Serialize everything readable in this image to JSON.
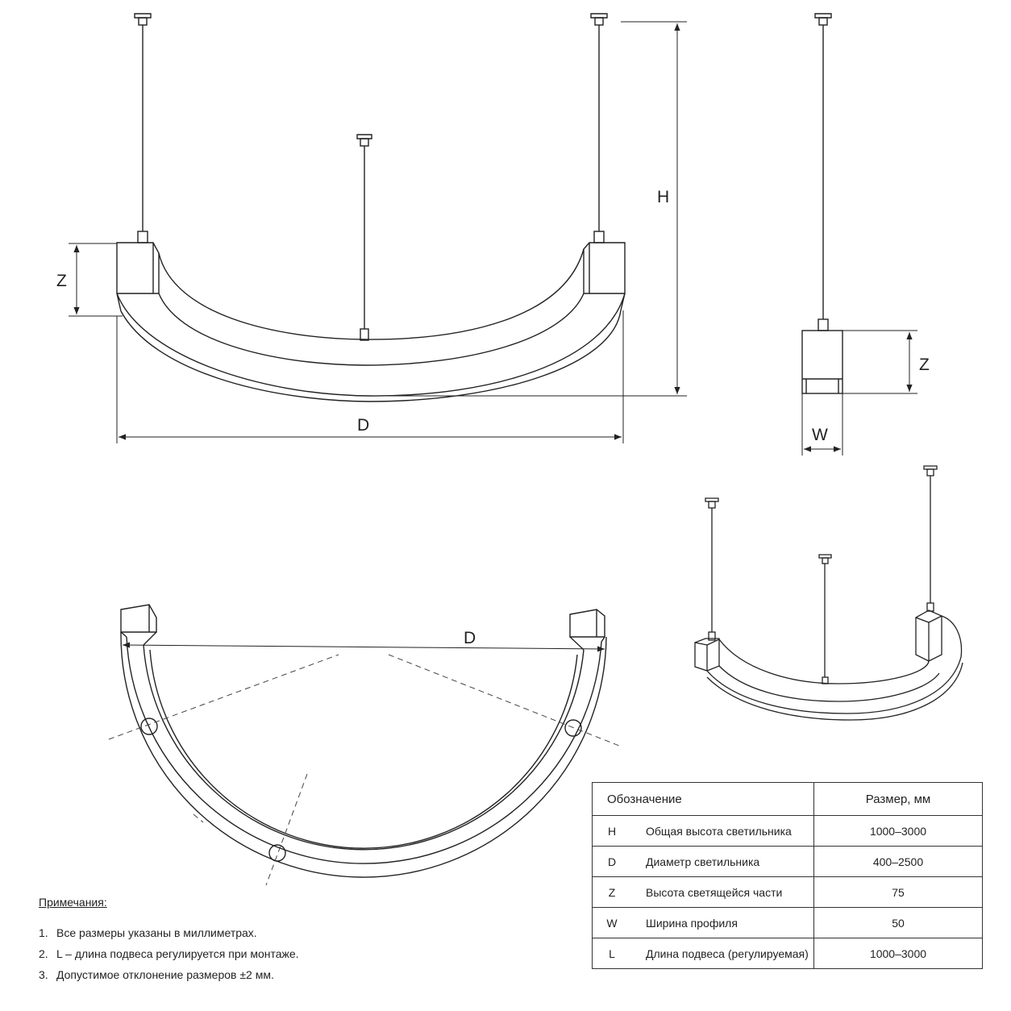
{
  "dimensions": {
    "z_left": "Z",
    "h": "H",
    "d_top": "D",
    "z_side": "Z",
    "w_side": "W",
    "d_plan": "D"
  },
  "notes": {
    "title": "Примечания:",
    "items": [
      {
        "num": "1.",
        "text": "Все размеры указаны в миллиметрах."
      },
      {
        "num": "2.",
        "text": "L – длина подвеса регулируется при монтаже."
      },
      {
        "num": "3.",
        "text": "Допустимое отклонение размеров ±2 мм."
      }
    ]
  },
  "spec_table": {
    "header_designation": "Обозначение",
    "header_size": "Размер, мм",
    "rows": [
      {
        "code": "H",
        "desc": "Общая высота светильника",
        "value": "1000–3000"
      },
      {
        "code": "D",
        "desc": "Диаметр светильника",
        "value": "400–2500"
      },
      {
        "code": "Z",
        "desc": "Высота светящейся части",
        "value": "75"
      },
      {
        "code": "W",
        "desc": "Ширина профиля",
        "value": "50"
      },
      {
        "code": "L",
        "desc": "Длина подвеса (регулируемая)",
        "value": "1000–3000"
      }
    ]
  },
  "colors": {
    "line": "#222222",
    "background": "#ffffff"
  }
}
